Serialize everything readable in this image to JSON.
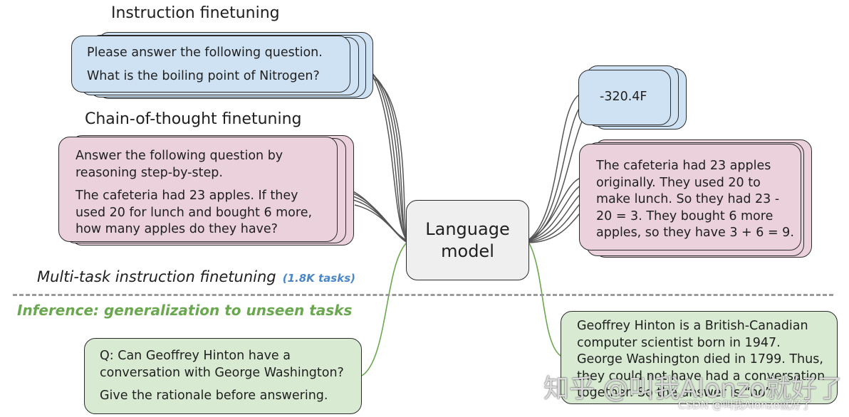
{
  "sections": {
    "instruction_title": "Instruction finetuning",
    "cot_title": "Chain-of-thought finetuning",
    "multitask_title": "Multi-task instruction finetuning",
    "multitask_tasks": "(1.8K tasks)",
    "inference_title": "Inference: generalization to unseen tasks"
  },
  "boxes": {
    "instruction": {
      "line1": "Please answer the following question.",
      "line2": "What is the boiling point of Nitrogen?"
    },
    "cot": {
      "prompt": "Answer the following question by reasoning step-by-step.",
      "question": "The cafeteria had 23 apples. If they used 20 for lunch and bought 6 more, how many apples do they have?"
    },
    "model": {
      "label": "Language model"
    },
    "answer_short": {
      "text": "-320.4F"
    },
    "answer_cot": {
      "text": "The cafeteria had 23 apples originally. They used 20 to make lunch. So they had 23 - 20 = 3. They bought 6 more apples, so they have 3 + 6 = 9."
    },
    "inference_input": {
      "question": "Q: Can Geoffrey Hinton have a conversation with George Washington?",
      "instruction": "Give the rationale before answering."
    },
    "inference_output": {
      "text": "Geoffrey Hinton is a British-Canadian computer scientist born in 1947. George Washington died in 1799. Thus, they could not have had a conversation together. So the answer is “no”."
    }
  },
  "colors": {
    "instruction": "#cfe2f3",
    "cot": "#ead1dc",
    "inference": "#d9ead3",
    "model": "#efefef",
    "multitask_tasks": "#4a86c8",
    "inference_title": "#6aa84f",
    "training_lines": "#555555",
    "inference_lines": "#6aa84f"
  },
  "watermark": {
    "main": "知乎 @叫我Alonzo就好了",
    "csdn": "CSDN @叫我Alonzo就好了"
  }
}
